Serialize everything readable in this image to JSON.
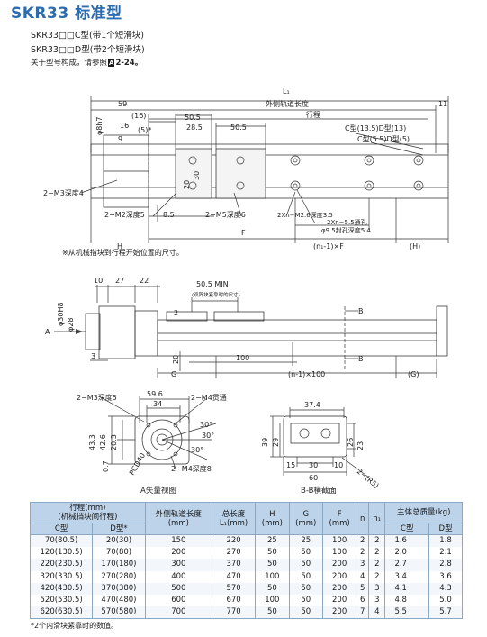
{
  "header": {
    "title": "SKR33 标准型",
    "line1": "SKR33□□C型(带1个短滑块)",
    "line2": "SKR33□□D型(带2个短滑块)",
    "ref_prefix": "关于型号构成，请参照",
    "ref_code": "A",
    "ref_page": "2-24。"
  },
  "top_drawing": {
    "dims": {
      "L1": "L₁",
      "d59": "59",
      "d11": "11",
      "rail_len": "外侧轨道长度",
      "stroke": "行程",
      "d16": "(16)",
      "d16b": "16",
      "d5": "(5)*",
      "d9": "9",
      "d8h7": "φ8h7",
      "d505a": "50.5",
      "d285": "28.5",
      "d505b": "50.5",
      "c_type": "C型(13.5)D型(13)",
      "c_type2": "C型(5.5)D型(5)",
      "m3": "2−M3深度4",
      "m2": "2−M2深度5",
      "d85": "8.5",
      "d20": "20",
      "d30": "30",
      "m5": "2−M5深度6",
      "m26": "2Xn−M2.6深度3.5",
      "holes": "2Xn−5.5通孔",
      "cbore": "φ9.5封孔深度5.4",
      "H": "H",
      "F": "F",
      "n1F": "(n₁-1)×F",
      "Hp": "(H)"
    },
    "note": "※从机械指块到行程开始位置的尺寸。"
  },
  "side_drawing": {
    "dims": {
      "d10": "10",
      "d27": "27",
      "d22": "22",
      "d505min": "50.5 MIN",
      "pair_note": "(双阵块紧靠时的尺寸)",
      "d2": "2",
      "A": "A",
      "B1": "B",
      "B2": "B",
      "d30h8": "φ30H8",
      "d28": "φ28",
      "d3": "3",
      "d20": "20",
      "d100": "100",
      "G": "G",
      "n1x100": "(n-1)×100",
      "Gp": "(G)"
    }
  },
  "a_view": {
    "m3": "2−M3深度5",
    "d596": "59.6",
    "d34": "34",
    "m4": "2−M4贯通",
    "d30a": "30°",
    "d30b": "30°",
    "d30c": "30°",
    "d433": "43.3",
    "d426": "42.6",
    "d203": "20.3",
    "d07": "0.7",
    "pcd": "PCD40",
    "m4b": "2−M4深度8",
    "caption": "A矢量视图"
  },
  "b_view": {
    "d374": "37.4",
    "d39": "39",
    "d29": "29",
    "d26": "26",
    "d23": "23",
    "d15": "15",
    "d30": "30",
    "d10": "10",
    "d60": "60",
    "r5": "2−(R5)",
    "caption": "B-B横截面"
  },
  "table": {
    "headers": {
      "stroke": "行程(mm)",
      "stroke_sub": "(机械挡块间行程)",
      "c_type": "C型",
      "d_type": "D型*",
      "rail": "外侧轨道长度",
      "rail_unit": "(mm)",
      "total": "总长度",
      "total_unit": "L₁(mm)",
      "H": "H",
      "H_unit": "(mm)",
      "G": "G",
      "G_unit": "(mm)",
      "F": "F",
      "F_unit": "(mm)",
      "n": "n",
      "n1": "n₁",
      "mass": "主体总质量(kg)",
      "mass_c": "C型",
      "mass_d": "D型"
    },
    "rows": [
      [
        "70(80.5)",
        "20(30)",
        "150",
        "220",
        "25",
        "25",
        "100",
        "2",
        "2",
        "1.6",
        "1.8"
      ],
      [
        "120(130.5)",
        "70(80)",
        "200",
        "270",
        "50",
        "50",
        "100",
        "2",
        "2",
        "2.0",
        "2.1"
      ],
      [
        "220(230.5)",
        "170(180)",
        "300",
        "370",
        "50",
        "50",
        "200",
        "3",
        "2",
        "2.7",
        "2.8"
      ],
      [
        "320(330.5)",
        "270(280)",
        "400",
        "470",
        "100",
        "50",
        "200",
        "4",
        "2",
        "3.4",
        "3.6"
      ],
      [
        "420(430.5)",
        "370(380)",
        "500",
        "570",
        "50",
        "50",
        "200",
        "5",
        "3",
        "4.1",
        "4.3"
      ],
      [
        "520(530.5)",
        "470(480)",
        "600",
        "670",
        "100",
        "50",
        "200",
        "6",
        "3",
        "4.8",
        "5.0"
      ],
      [
        "620(630.5)",
        "570(580)",
        "700",
        "770",
        "50",
        "50",
        "200",
        "7",
        "4",
        "5.5",
        "5.7"
      ]
    ]
  },
  "footnote": "*2个内滑块紧靠时的数值。"
}
